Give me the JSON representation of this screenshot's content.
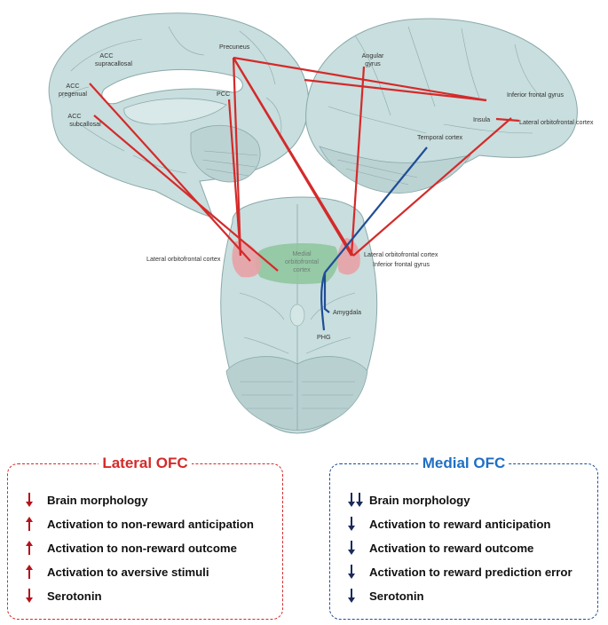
{
  "labels": {
    "acc_supracallosal": [
      "ACC",
      "supracallosal"
    ],
    "acc_pregenual": [
      "ACC",
      "pregenual"
    ],
    "acc_subcallosal": [
      "ACC",
      "subcallosal"
    ],
    "precuneus": "Precuneus",
    "pcc": "PCC",
    "angular_gyrus": [
      "Angular",
      "gyrus"
    ],
    "inferior_frontal_gyrus_top": "Inferior frontal gyrus",
    "insula": "Insula",
    "lateral_ofc_right_top": "Lateral orbitofrontal cortex",
    "temporal_cortex": "Temporal cortex",
    "lateral_ofc_left": "Lateral orbitofrontal cortex",
    "medial_ofc": [
      "Medial",
      "orbitofrontal",
      "cortex"
    ],
    "lateral_ofc_right": "Lateral orbitofrontal cortex",
    "inferior_frontal_gyrus_bottom": "Inferior frontal gyrus",
    "amygdala": "Amygdala",
    "phg": "PHG"
  },
  "colors": {
    "lateral": "#d42a2a",
    "medial": "#1f4e96",
    "medial_title": "#1f6fc4",
    "arrow_up_down_red": "#b4121b",
    "arrow_navy": "#1a2a5a",
    "brain_fill": "#c9dede",
    "brain_stroke": "#8aa9aa"
  },
  "lateral_panel": {
    "title": "Lateral OFC",
    "items": [
      {
        "arrow": "down",
        "count": 1,
        "text": "Brain morphology"
      },
      {
        "arrow": "up",
        "count": 1,
        "text": "Activation to non-reward anticipation"
      },
      {
        "arrow": "up",
        "count": 1,
        "text": "Activation to non-reward outcome"
      },
      {
        "arrow": "up",
        "count": 1,
        "text": "Activation to aversive stimuli"
      },
      {
        "arrow": "down",
        "count": 1,
        "text": "Serotonin"
      }
    ]
  },
  "medial_panel": {
    "title": "Medial OFC",
    "items": [
      {
        "arrow": "down",
        "count": 2,
        "text": "Brain morphology"
      },
      {
        "arrow": "down",
        "count": 1,
        "text": "Activation to reward anticipation"
      },
      {
        "arrow": "down",
        "count": 1,
        "text": "Activation to reward outcome"
      },
      {
        "arrow": "down",
        "count": 1,
        "text": "Activation to reward prediction error"
      },
      {
        "arrow": "down",
        "count": 1,
        "text": "Serotonin"
      }
    ]
  }
}
